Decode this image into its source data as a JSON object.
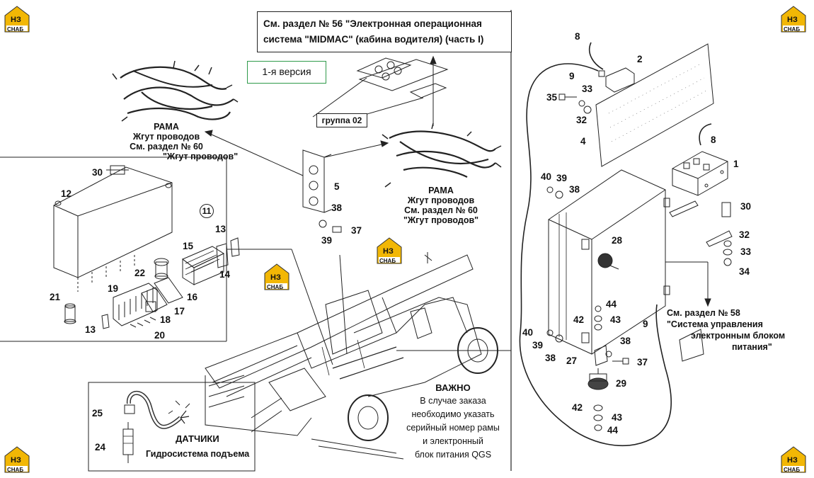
{
  "reference_box": {
    "line1": "См. раздел № 56 \"Электронная операционная",
    "line2": "система \"MIDMAC\" (кабина водителя) (часть I)"
  },
  "version_label": "1-я версия",
  "group_label": "группа 02",
  "harness_top": {
    "line1": "РАМА",
    "line2": "Жгут проводов",
    "line3": "См. раздел № 60",
    "line4": "\"Жгут проводов\""
  },
  "harness_mid": {
    "line1": "РАМА",
    "line2": "Жгут проводов",
    "line3": "См. раздел № 60",
    "line4": "\"Жгут проводов\""
  },
  "control_ref": {
    "line1": "См. раздел № 58",
    "line2": "\"Система управления",
    "line3": "электронным блоком",
    "line4": "питания\""
  },
  "important": {
    "title": "ВАЖНО",
    "line1": "В случае заказа",
    "line2": "необходимо указать",
    "line3": "серийный номер рамы",
    "line4": "и электронный",
    "line5": "блок питания QGS"
  },
  "sensors": {
    "title": "ДАТЧИКИ",
    "subtitle": "Гидросистема подъема"
  },
  "logo": {
    "top": "НЗ",
    "bottom": "СНАБ",
    "color": "#f2b705"
  },
  "callouts": {
    "c1": "1",
    "c2": "2",
    "c4": "4",
    "c5": "5",
    "c8a": "8",
    "c8b": "8",
    "c9a": "9",
    "c9b": "9",
    "c11": "11",
    "c12": "12",
    "c13a": "13",
    "c13b": "13",
    "c14": "14",
    "c15": "15",
    "c16": "16",
    "c17": "17",
    "c18": "18",
    "c19": "19",
    "c20": "20",
    "c21": "21",
    "c22": "22",
    "c24": "24",
    "c25": "25",
    "c27": "27",
    "c28": "28",
    "c29": "29",
    "c30a": "30",
    "c30b": "30",
    "c32a": "32",
    "c32b": "32",
    "c33a": "33",
    "c33b": "33",
    "c34": "34",
    "c35": "35",
    "c37a": "37",
    "c37b": "37",
    "c38a": "38",
    "c38b": "38",
    "c38c": "38",
    "c38d": "38",
    "c39a": "39",
    "c39b": "39",
    "c39c": "39",
    "c40a": "40",
    "c40b": "40",
    "c42a": "42",
    "c42b": "42",
    "c43a": "43",
    "c43b": "43",
    "c44a": "44",
    "c44b": "44"
  }
}
